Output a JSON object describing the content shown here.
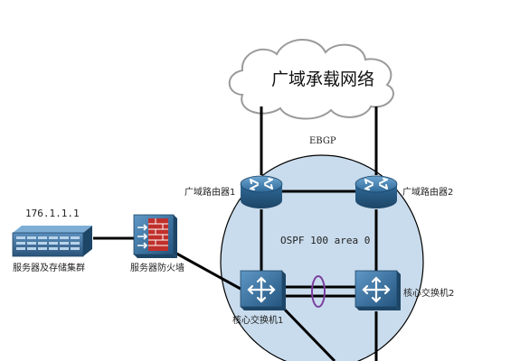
{
  "cloud_label": "广域承载网络",
  "ebgp_label": "EBGP",
  "ospf_label": "OSPF 100 area 0",
  "ip_label": "176.1.1.1",
  "routers": {
    "r1_label": "广域路由器1",
    "r2_label": "广域路由器2"
  },
  "switches": {
    "s1_label": "核心交换机1",
    "s2_label": "核心交换机2"
  },
  "firewall_label": "服务器防火墙",
  "server_label": "服务器及存储集群",
  "colors": {
    "ospf_area": "#c9dced",
    "device_blue": "#2a5d86",
    "device_blue_light": "#4a86b6",
    "firewall_red": "#c0302b",
    "link": "#000000",
    "lag_ring": "#7b3fa0"
  },
  "icons": [
    "cloud-icon",
    "router-icon",
    "switch-icon",
    "firewall-icon",
    "server-rack-icon"
  ]
}
